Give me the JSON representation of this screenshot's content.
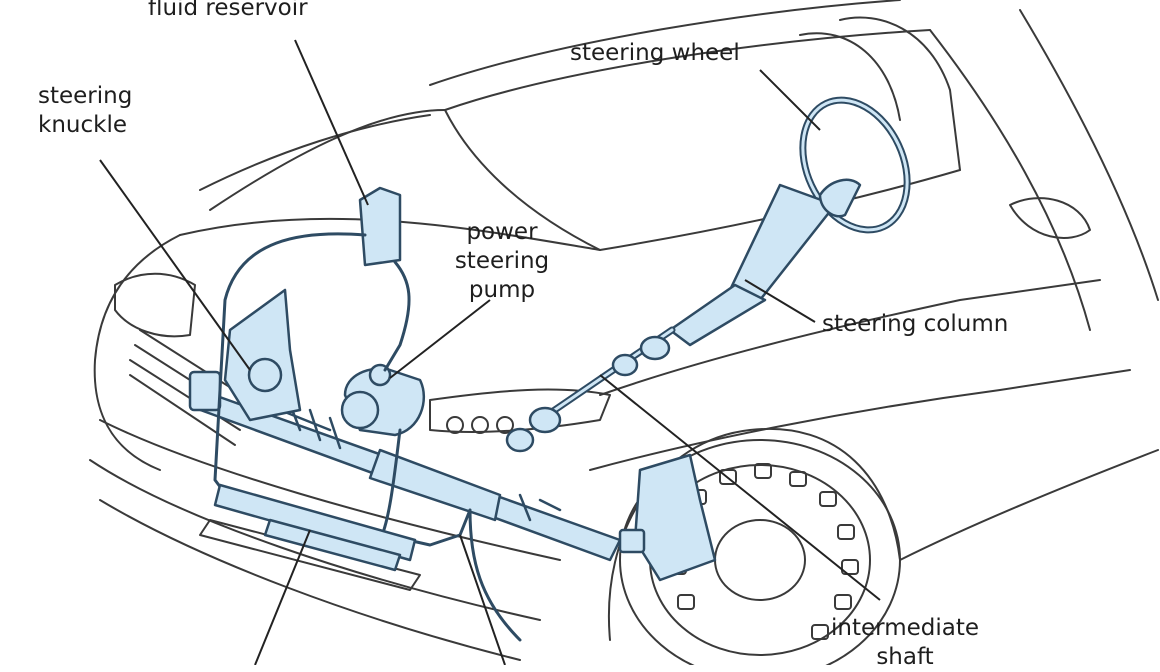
{
  "labels": {
    "fluid_reservoir": "fluid reservoir",
    "steering_knuckle_1": "steering",
    "steering_knuckle_2": "knuckle",
    "pump_1": "power",
    "pump_2": "steering",
    "pump_3": "pump",
    "steering_wheel": "steering wheel",
    "steering_column": "steering column",
    "intermediate_1": "intermediate",
    "intermediate_2": "shaft"
  },
  "colors": {
    "outline": "#3a3a3a",
    "component_fill": "#cfe6f5",
    "component_stroke": "#2e4b63",
    "leader": "#222222"
  }
}
